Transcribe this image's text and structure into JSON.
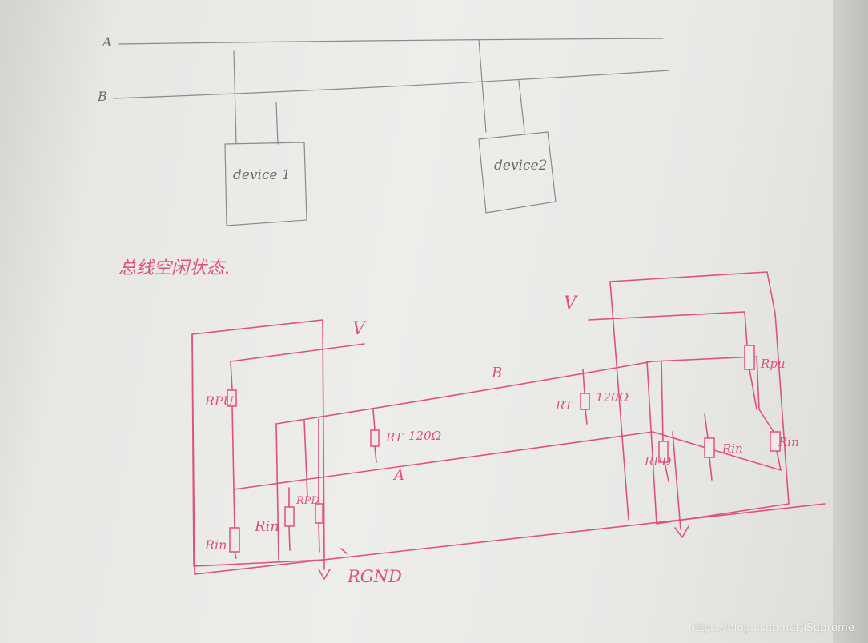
{
  "top_diagram": {
    "bus_a_label": "A",
    "bus_b_label": "B",
    "device1_label": "device 1",
    "device2_label": "device2"
  },
  "caption": "总线空闲状态.",
  "schematic": {
    "v_left": "V",
    "v_right": "V",
    "bus_b_label": "B",
    "bus_a_label": "A",
    "rpu_left": "RPU",
    "rpd_left": "RPD",
    "rin_left_1": "Rin",
    "rin_left_2": "Rin",
    "rt_left": "RT",
    "rt_left_value": "120Ω",
    "rt_right": "RT",
    "rt_right_value": "120Ω",
    "rpu_right": "Rpu",
    "rpd_right": "RPD",
    "rin_right_1": "Rin",
    "rin_right_2": "Rin",
    "ground_label": "RGND"
  },
  "watermark": "https://blog.csdn.net/iSupreme",
  "colors": {
    "ink": "#e0527a",
    "pencil": "#8a8a8a",
    "paper": "#ededea"
  }
}
